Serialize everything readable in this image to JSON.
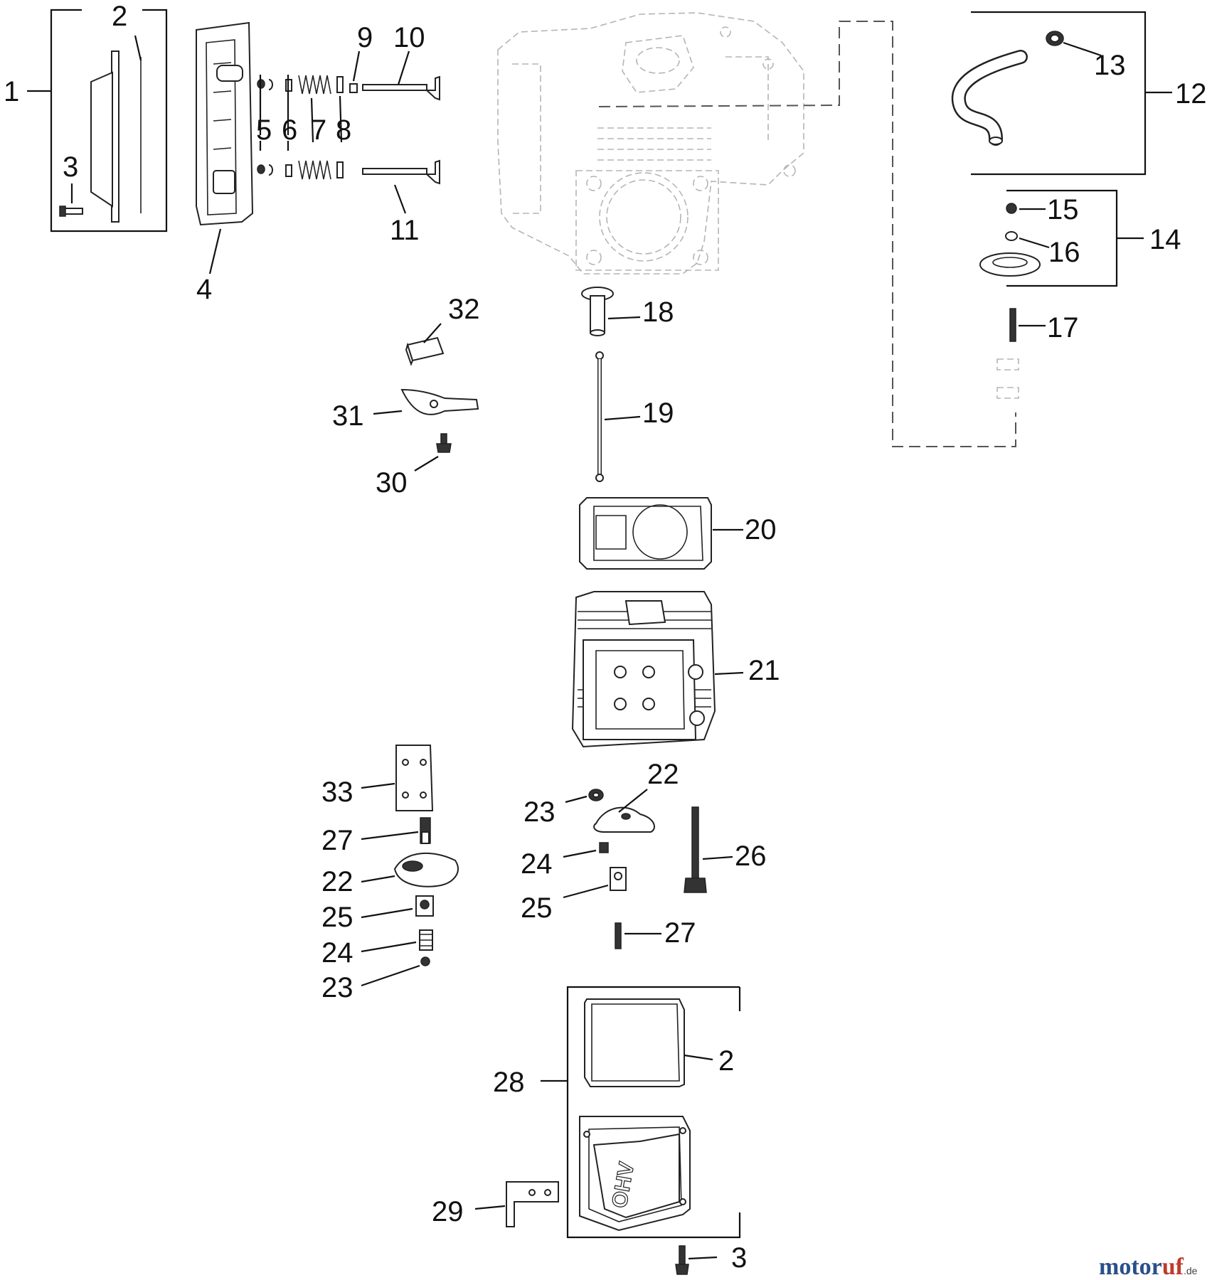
{
  "callouts": [
    {
      "id": "1",
      "text": "1"
    },
    {
      "id": "2a",
      "text": "2"
    },
    {
      "id": "3a",
      "text": "3"
    },
    {
      "id": "4",
      "text": "4"
    },
    {
      "id": "5",
      "text": "5"
    },
    {
      "id": "6",
      "text": "6"
    },
    {
      "id": "7",
      "text": "7"
    },
    {
      "id": "8",
      "text": "8"
    },
    {
      "id": "9",
      "text": "9"
    },
    {
      "id": "10",
      "text": "10"
    },
    {
      "id": "11",
      "text": "11"
    },
    {
      "id": "12",
      "text": "12"
    },
    {
      "id": "13",
      "text": "13"
    },
    {
      "id": "14",
      "text": "14"
    },
    {
      "id": "15",
      "text": "15"
    },
    {
      "id": "16",
      "text": "16"
    },
    {
      "id": "17",
      "text": "17"
    },
    {
      "id": "18",
      "text": "18"
    },
    {
      "id": "19",
      "text": "19"
    },
    {
      "id": "20",
      "text": "20"
    },
    {
      "id": "21",
      "text": "21"
    },
    {
      "id": "22a",
      "text": "22"
    },
    {
      "id": "23a",
      "text": "23"
    },
    {
      "id": "24a",
      "text": "24"
    },
    {
      "id": "25a",
      "text": "25"
    },
    {
      "id": "26",
      "text": "26"
    },
    {
      "id": "27a",
      "text": "27"
    },
    {
      "id": "33",
      "text": "33"
    },
    {
      "id": "27b",
      "text": "27"
    },
    {
      "id": "22b",
      "text": "22"
    },
    {
      "id": "25b",
      "text": "25"
    },
    {
      "id": "24b",
      "text": "24"
    },
    {
      "id": "23b",
      "text": "23"
    },
    {
      "id": "28",
      "text": "28"
    },
    {
      "id": "2b",
      "text": "2"
    },
    {
      "id": "29",
      "text": "29"
    },
    {
      "id": "3b",
      "text": "3"
    },
    {
      "id": "30",
      "text": "30"
    },
    {
      "id": "31",
      "text": "31"
    },
    {
      "id": "32",
      "text": "32"
    }
  ],
  "cover_embossing": "OHV",
  "watermark": {
    "brand_main": "motor",
    "brand_accent": "uf",
    "suffix": ".de"
  }
}
